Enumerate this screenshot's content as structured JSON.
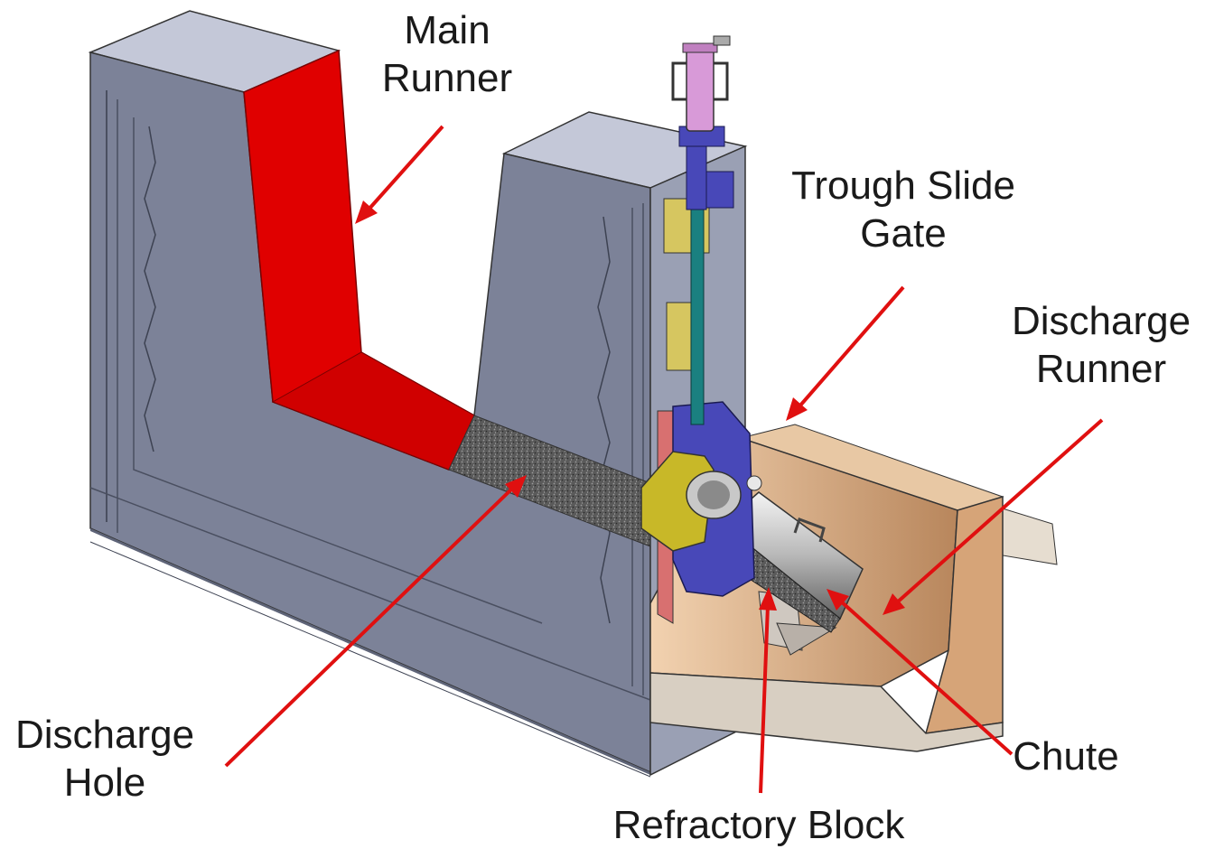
{
  "labels": {
    "main_runner": [
      "Main",
      "Runner"
    ],
    "trough_slide_gate": [
      "Trough Slide",
      "Gate"
    ],
    "discharge_runner": [
      "Discharge",
      "Runner"
    ],
    "discharge_hole": [
      "Discharge",
      "Hole"
    ],
    "chute": "Chute",
    "refractory_block": "Refractory Block"
  },
  "colors": {
    "steel_face": "#7c8298",
    "steel_light": "#9aa0b4",
    "steel_top": "#c4c8d8",
    "main_runner": "#e00000",
    "arrow": "#e01010",
    "discharge_runner": "#e8b88a",
    "refractory": "#6e6e6e",
    "gate_body": "#4848b8",
    "gate_brass": "#c8b828",
    "cylinder": "#d89ad8",
    "rod": "#1a8080"
  }
}
